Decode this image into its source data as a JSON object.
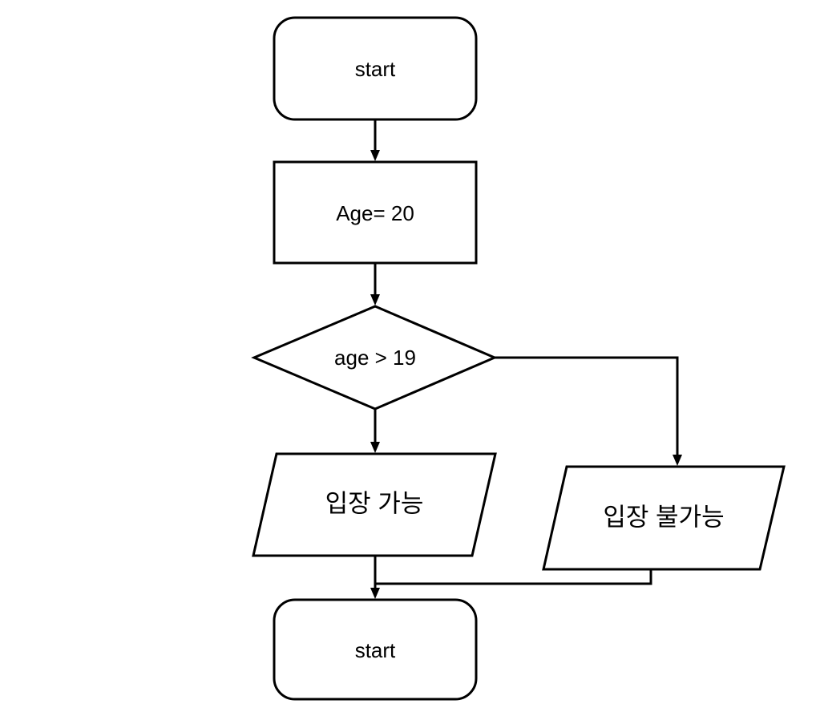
{
  "flowchart": {
    "nodes": {
      "start": {
        "shape": "terminal",
        "text": "start"
      },
      "assign": {
        "shape": "process",
        "text": "Age= 20"
      },
      "decision": {
        "shape": "decision",
        "text": "age > 19"
      },
      "allowed": {
        "shape": "input-output",
        "text": "입장 가능"
      },
      "denied": {
        "shape": "input-output",
        "text": "입장 불가능"
      },
      "end": {
        "shape": "terminal",
        "text": "start"
      }
    },
    "edges": [
      {
        "from": "start",
        "to": "assign"
      },
      {
        "from": "assign",
        "to": "decision"
      },
      {
        "from": "decision",
        "to": "allowed"
      },
      {
        "from": "decision",
        "to": "denied"
      },
      {
        "from": "allowed",
        "to": "end"
      },
      {
        "from": "denied",
        "to": "end"
      }
    ]
  }
}
